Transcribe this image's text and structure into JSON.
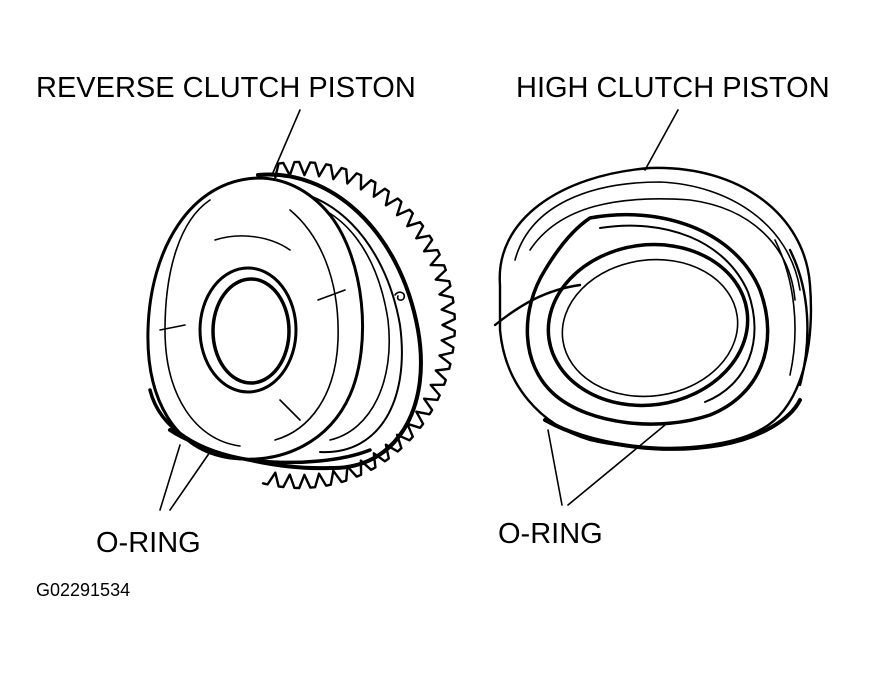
{
  "labels": {
    "reverse_clutch_piston": "REVERSE CLUTCH PISTON",
    "high_clutch_piston": "HIGH CLUTCH PISTON",
    "o_ring_left": "O-RING",
    "o_ring_right": "O-RING",
    "figure_code": "G02291534"
  },
  "colors": {
    "ink": "#000000",
    "paper": "#ffffff"
  }
}
